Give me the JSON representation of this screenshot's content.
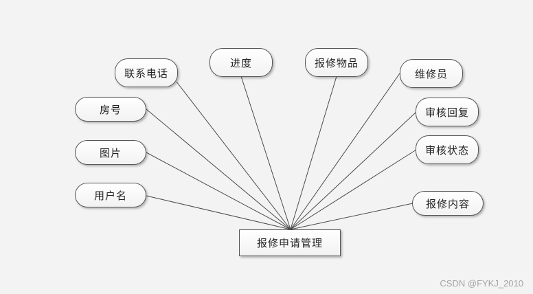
{
  "diagram": {
    "center": {
      "label": "报修申请管理"
    },
    "attributes": [
      {
        "key": "phone",
        "label": "联系电话"
      },
      {
        "key": "progress",
        "label": "进度"
      },
      {
        "key": "repair_item",
        "label": "报修物品"
      },
      {
        "key": "repairman",
        "label": "维修员"
      },
      {
        "key": "room_no",
        "label": "房号"
      },
      {
        "key": "review_reply",
        "label": "审核回复"
      },
      {
        "key": "image",
        "label": "图片"
      },
      {
        "key": "review_status",
        "label": "审核状态"
      },
      {
        "key": "username",
        "label": "用户名"
      },
      {
        "key": "repair_content",
        "label": "报修内容"
      }
    ]
  },
  "watermark": "CSDN @FYKJ_2010"
}
